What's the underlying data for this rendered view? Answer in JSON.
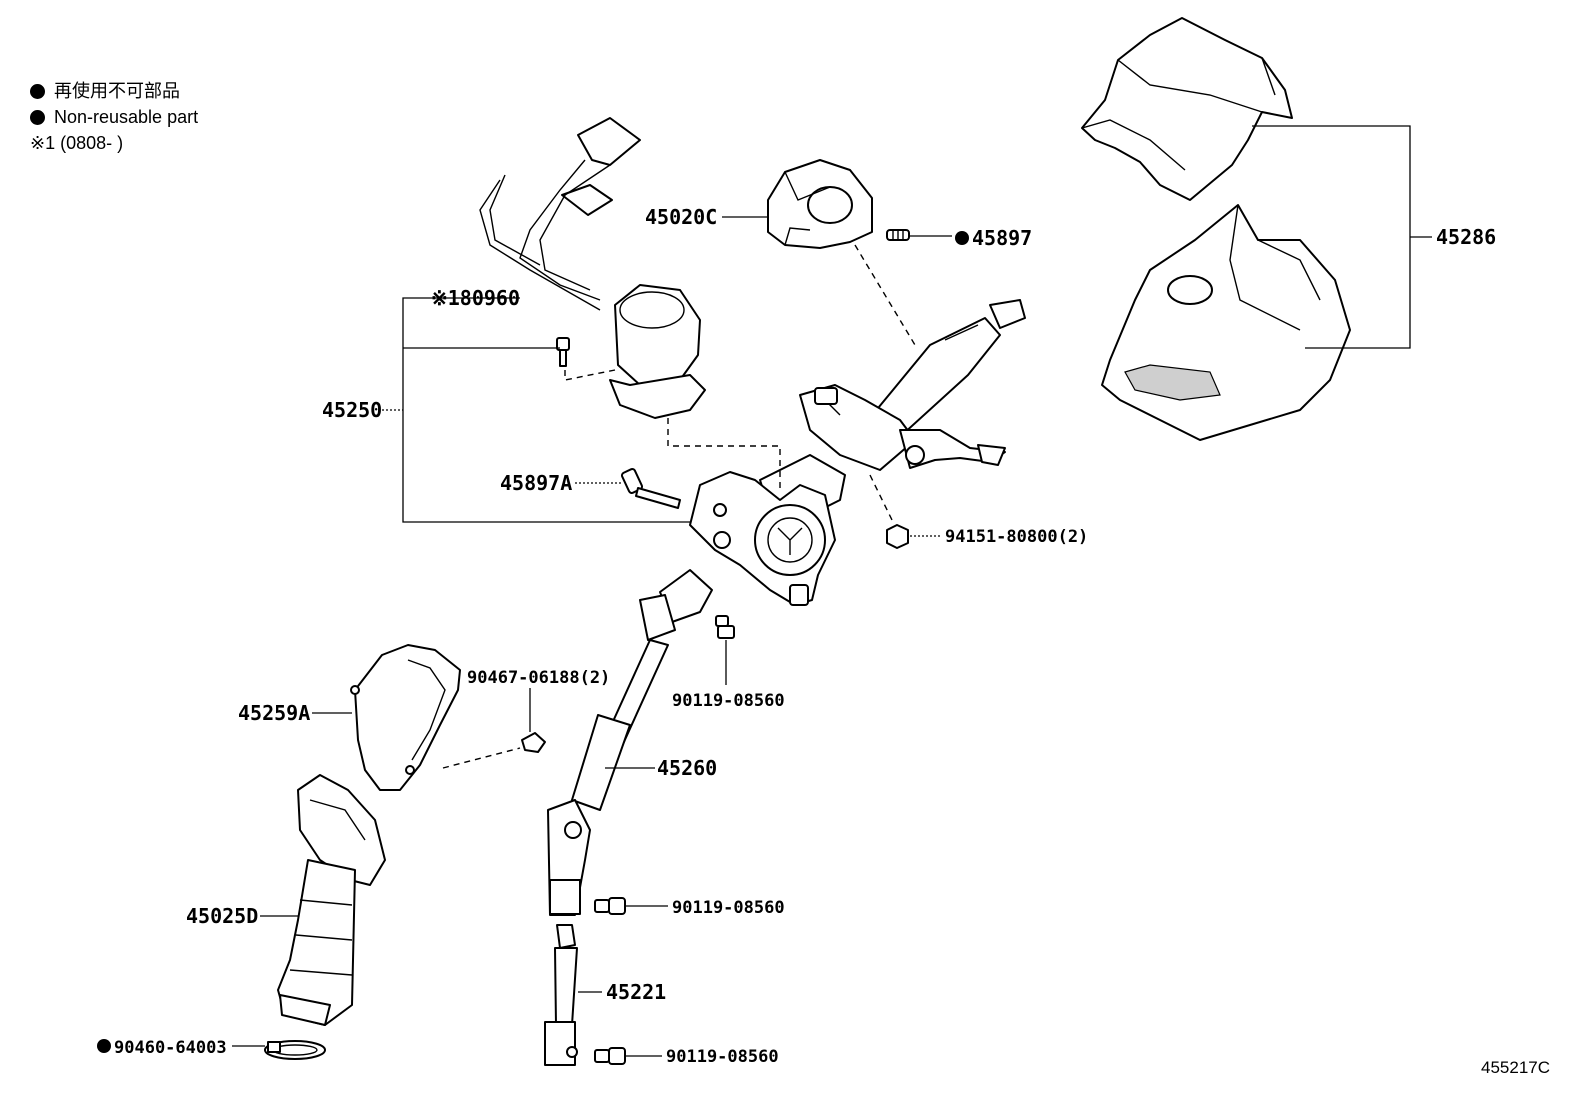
{
  "legend": {
    "line1": "再使用不可部品",
    "line2": "Non-reusable part",
    "note": "※1 (0808-    )"
  },
  "labels": {
    "p45020C": "45020C",
    "p45897": "45897",
    "p45286": "45286",
    "p80960": "※180960",
    "p45250": "45250",
    "p45897A": "45897A",
    "p94151": "94151-80800(2)",
    "p90467": "90467-06188(2)",
    "p45259A": "45259A",
    "p90119_a": "90119-08560",
    "p45260": "45260",
    "p45025D": "45025D",
    "p90119_b": "90119-08560",
    "p45221": "45221",
    "p90460": "90460-64003",
    "p90119_c": "90119-08560"
  },
  "diagram_ref": "455217C"
}
